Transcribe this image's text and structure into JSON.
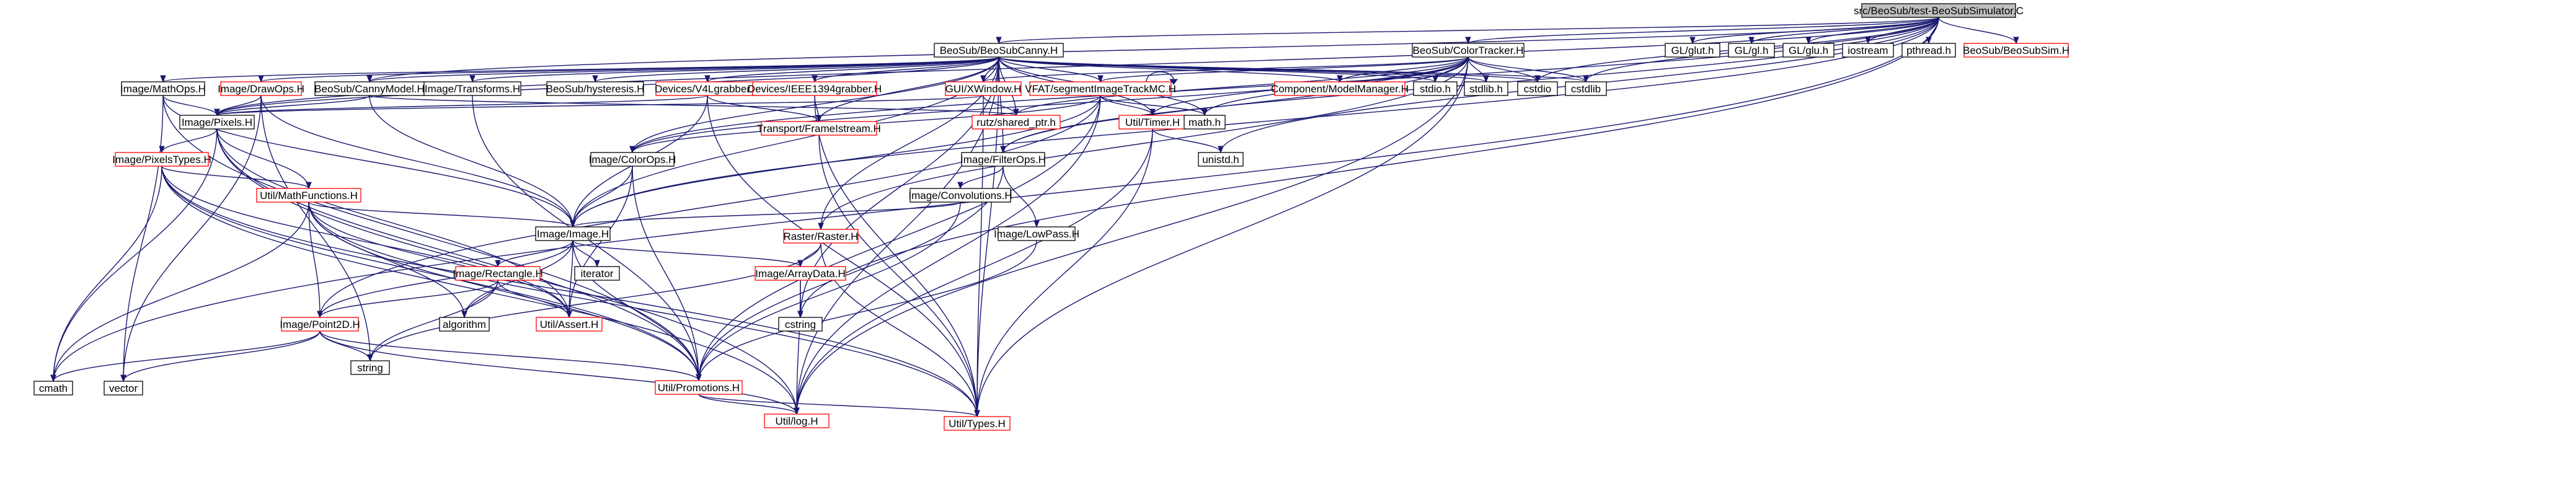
{
  "graph": {
    "edge_color": "#191970",
    "link_border_color": "#ff0000",
    "plain_border_color": "#000000",
    "root_fill": "#bfbfbf",
    "nodes": [
      {
        "id": "root",
        "label": "src/BeoSub/test-BeoSubSimulator.C",
        "style": "root"
      },
      {
        "id": "canny",
        "label": "BeoSub/BeoSubCanny.H",
        "style": "plain"
      },
      {
        "id": "colortracker",
        "label": "BeoSub/ColorTracker.H",
        "style": "plain"
      },
      {
        "id": "glut",
        "label": "GL/glut.h",
        "style": "plain"
      },
      {
        "id": "gl",
        "label": "GL/gl.h",
        "style": "plain"
      },
      {
        "id": "glu",
        "label": "GL/glu.h",
        "style": "plain"
      },
      {
        "id": "iostream",
        "label": "iostream",
        "style": "plain"
      },
      {
        "id": "pthread",
        "label": "pthread.h",
        "style": "plain"
      },
      {
        "id": "beosubsim",
        "label": "BeoSub/BeoSubSim.H",
        "style": "red"
      },
      {
        "id": "mathops",
        "label": "Image/MathOps.H",
        "style": "plain"
      },
      {
        "id": "drawops",
        "label": "Image/DrawOps.H",
        "style": "red"
      },
      {
        "id": "cannymodel",
        "label": "BeoSub/CannyModel.H",
        "style": "plain"
      },
      {
        "id": "transforms",
        "label": "Image/Transforms.H",
        "style": "plain"
      },
      {
        "id": "hysteresis",
        "label": "BeoSub/hysteresis.H",
        "style": "plain"
      },
      {
        "id": "v4l",
        "label": "Devices/V4Lgrabber.H",
        "style": "red"
      },
      {
        "id": "ieee",
        "label": "Devices/IEEE1394grabber.H",
        "style": "red"
      },
      {
        "id": "xwindow",
        "label": "GUI/XWindow.H",
        "style": "red"
      },
      {
        "id": "vfat",
        "label": "VFAT/segmentImageTrackMC.H",
        "style": "red"
      },
      {
        "id": "compmgr",
        "label": "Component/ModelManager.H",
        "style": "red"
      },
      {
        "id": "stdioh",
        "label": "stdio.h",
        "style": "plain"
      },
      {
        "id": "stdlibh",
        "label": "stdlib.h",
        "style": "plain"
      },
      {
        "id": "cstdio",
        "label": "cstdio",
        "style": "plain"
      },
      {
        "id": "cstdlib",
        "label": "cstdlib",
        "style": "plain"
      },
      {
        "id": "pixels",
        "label": "Image/Pixels.H",
        "style": "plain"
      },
      {
        "id": "sharedptr",
        "label": "rutz/shared_ptr.h",
        "style": "red"
      },
      {
        "id": "framestream",
        "label": "Transport/FrameIstream.H",
        "style": "red"
      },
      {
        "id": "timer",
        "label": "Util/Timer.H",
        "style": "red"
      },
      {
        "id": "mathh",
        "label": "math.h",
        "style": "plain"
      },
      {
        "id": "pixelstypes",
        "label": "Image/PixelsTypes.H",
        "style": "red"
      },
      {
        "id": "colorops",
        "label": "Image/ColorOps.H",
        "style": "plain"
      },
      {
        "id": "filterops",
        "label": "Image/FilterOps.H",
        "style": "plain"
      },
      {
        "id": "unistd",
        "label": "unistd.h",
        "style": "plain"
      },
      {
        "id": "mathfunc",
        "label": "Util/MathFunctions.H",
        "style": "red"
      },
      {
        "id": "convolutions",
        "label": "Image/Convolutions.H",
        "style": "plain"
      },
      {
        "id": "image",
        "label": "Image/Image.H",
        "style": "plain"
      },
      {
        "id": "lowpass",
        "label": "Image/LowPass.H",
        "style": "plain"
      },
      {
        "id": "raster",
        "label": "Raster/Raster.H",
        "style": "red"
      },
      {
        "id": "rectangle",
        "label": "Image/Rectangle.H",
        "style": "red"
      },
      {
        "id": "iterator",
        "label": "iterator",
        "style": "plain"
      },
      {
        "id": "arraydata",
        "label": "Image/ArrayData.H",
        "style": "red"
      },
      {
        "id": "point2d",
        "label": "Image/Point2D.H",
        "style": "red"
      },
      {
        "id": "algorithm",
        "label": "algorithm",
        "style": "plain"
      },
      {
        "id": "assert",
        "label": "Util/Assert.H",
        "style": "red"
      },
      {
        "id": "cstring",
        "label": "cstring",
        "style": "plain"
      },
      {
        "id": "string",
        "label": "string",
        "style": "plain"
      },
      {
        "id": "cmath",
        "label": "cmath",
        "style": "plain"
      },
      {
        "id": "vector",
        "label": "vector",
        "style": "plain"
      },
      {
        "id": "promotions",
        "label": "Util/Promotions.H",
        "style": "red"
      },
      {
        "id": "log",
        "label": "Util/log.H",
        "style": "red"
      },
      {
        "id": "types",
        "label": "Util/Types.H",
        "style": "red"
      }
    ],
    "edges": [
      [
        "root",
        "canny"
      ],
      [
        "root",
        "colortracker"
      ],
      [
        "root",
        "glut"
      ],
      [
        "root",
        "gl"
      ],
      [
        "root",
        "glu"
      ],
      [
        "root",
        "iostream"
      ],
      [
        "root",
        "pthread"
      ],
      [
        "root",
        "beosubsim"
      ],
      [
        "root",
        "cmath"
      ],
      [
        "root",
        "pixels"
      ],
      [
        "root",
        "image"
      ],
      [
        "root",
        "colorops"
      ],
      [
        "root",
        "filterops"
      ],
      [
        "root",
        "cstring"
      ],
      [
        "root",
        "cstdio"
      ],
      [
        "root",
        "cstdlib"
      ],
      [
        "root",
        "unistd"
      ],
      [
        "root",
        "cannymodel"
      ],
      [
        "canny",
        "mathops"
      ],
      [
        "canny",
        "drawops"
      ],
      [
        "canny",
        "cannymodel"
      ],
      [
        "canny",
        "transforms"
      ],
      [
        "canny",
        "hysteresis"
      ],
      [
        "canny",
        "v4l"
      ],
      [
        "canny",
        "ieee"
      ],
      [
        "canny",
        "xwindow"
      ],
      [
        "canny",
        "vfat"
      ],
      [
        "canny",
        "compmgr"
      ],
      [
        "canny",
        "stdioh"
      ],
      [
        "canny",
        "stdlibh"
      ],
      [
        "canny",
        "cstdio"
      ],
      [
        "canny",
        "cstdlib"
      ],
      [
        "canny",
        "pixels"
      ],
      [
        "canny",
        "sharedptr"
      ],
      [
        "canny",
        "framestream"
      ],
      [
        "canny",
        "timer"
      ],
      [
        "canny",
        "mathh"
      ],
      [
        "canny",
        "colorops"
      ],
      [
        "canny",
        "filterops"
      ],
      [
        "canny",
        "image"
      ],
      [
        "canny",
        "raster"
      ],
      [
        "canny",
        "cstring"
      ],
      [
        "canny",
        "log"
      ],
      [
        "canny",
        "types"
      ],
      [
        "colortracker",
        "compmgr"
      ],
      [
        "colortracker",
        "vfat"
      ],
      [
        "colortracker",
        "stdioh"
      ],
      [
        "colortracker",
        "stdlibh"
      ],
      [
        "colortracker",
        "cstdio"
      ],
      [
        "colortracker",
        "cstdlib"
      ],
      [
        "colortracker",
        "mathh"
      ],
      [
        "colortracker",
        "sharedptr"
      ],
      [
        "colortracker",
        "timer"
      ],
      [
        "colortracker",
        "colorops"
      ],
      [
        "colortracker",
        "filterops"
      ],
      [
        "colortracker",
        "xwindow"
      ],
      [
        "colortracker",
        "raster"
      ],
      [
        "colortracker",
        "log"
      ],
      [
        "colortracker",
        "types"
      ],
      [
        "mathops",
        "pixels"
      ],
      [
        "mathops",
        "image"
      ],
      [
        "mathops",
        "promotions"
      ],
      [
        "mathops",
        "vector"
      ],
      [
        "drawops",
        "pixels"
      ],
      [
        "drawops",
        "image"
      ],
      [
        "drawops",
        "vector"
      ],
      [
        "drawops",
        "string"
      ],
      [
        "cannymodel",
        "pixels"
      ],
      [
        "cannymodel",
        "image"
      ],
      [
        "cannymodel",
        "sharedptr"
      ],
      [
        "transforms",
        "promotions"
      ],
      [
        "v4l",
        "pixels"
      ],
      [
        "v4l",
        "framestream"
      ],
      [
        "v4l",
        "image"
      ],
      [
        "v4l",
        "types"
      ],
      [
        "ieee",
        "framestream"
      ],
      [
        "ieee",
        "types"
      ],
      [
        "xwindow",
        "pixels"
      ],
      [
        "xwindow",
        "sharedptr"
      ],
      [
        "xwindow",
        "types"
      ],
      [
        "vfat",
        "vfat"
      ],
      [
        "vfat",
        "timer"
      ],
      [
        "vfat",
        "mathh"
      ],
      [
        "vfat",
        "colorops"
      ],
      [
        "vfat",
        "image"
      ],
      [
        "vfat",
        "point2d"
      ],
      [
        "vfat",
        "log"
      ],
      [
        "vfat",
        "promotions"
      ],
      [
        "timer",
        "unistd"
      ],
      [
        "timer",
        "types"
      ],
      [
        "timer",
        "log"
      ],
      [
        "pixels",
        "pixelstypes"
      ],
      [
        "pixels",
        "mathfunc"
      ],
      [
        "pixels",
        "assert"
      ],
      [
        "pixels",
        "cmath"
      ],
      [
        "pixels",
        "promotions"
      ],
      [
        "pixels",
        "log"
      ],
      [
        "pixelstypes",
        "mathfunc"
      ],
      [
        "pixelstypes",
        "cmath"
      ],
      [
        "pixelstypes",
        "assert"
      ],
      [
        "pixelstypes",
        "promotions"
      ],
      [
        "pixelstypes",
        "types"
      ],
      [
        "pixelstypes",
        "log"
      ],
      [
        "mathfunc",
        "image"
      ],
      [
        "mathfunc",
        "point2d"
      ],
      [
        "mathfunc",
        "assert"
      ],
      [
        "mathfunc",
        "promotions"
      ],
      [
        "mathfunc",
        "algorithm"
      ],
      [
        "mathfunc",
        "cmath"
      ],
      [
        "mathfunc",
        "types"
      ],
      [
        "colorops",
        "image"
      ],
      [
        "colorops",
        "promotions"
      ],
      [
        "colorops",
        "assert"
      ],
      [
        "filterops",
        "convolutions"
      ],
      [
        "filterops",
        "lowpass"
      ],
      [
        "filterops",
        "promotions"
      ],
      [
        "convolutions",
        "image"
      ],
      [
        "convolutions",
        "promotions"
      ],
      [
        "lowpass",
        "promotions"
      ],
      [
        "framestream",
        "types"
      ],
      [
        "image",
        "rectangle"
      ],
      [
        "image",
        "iterator"
      ],
      [
        "image",
        "arraydata"
      ],
      [
        "image",
        "point2d"
      ],
      [
        "image",
        "algorithm"
      ],
      [
        "image",
        "assert"
      ],
      [
        "image",
        "promotions"
      ],
      [
        "raster",
        "arraydata"
      ],
      [
        "raster",
        "string"
      ],
      [
        "raster",
        "types"
      ],
      [
        "rectangle",
        "point2d"
      ],
      [
        "rectangle",
        "algorithm"
      ],
      [
        "rectangle",
        "assert"
      ],
      [
        "rectangle",
        "string"
      ],
      [
        "arraydata",
        "cstring"
      ],
      [
        "arraydata",
        "log"
      ],
      [
        "point2d",
        "cmath"
      ],
      [
        "point2d",
        "vector"
      ],
      [
        "point2d",
        "string"
      ],
      [
        "point2d",
        "promotions"
      ],
      [
        "point2d",
        "log"
      ],
      [
        "promotions",
        "types"
      ],
      [
        "promotions",
        "log"
      ]
    ]
  }
}
